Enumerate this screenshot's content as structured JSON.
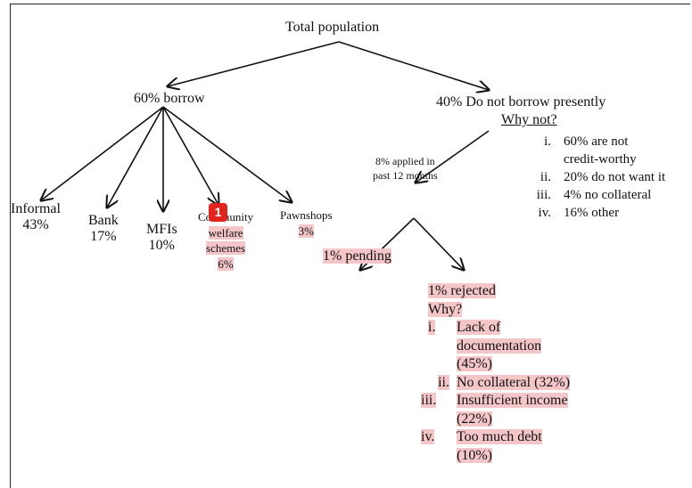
{
  "root": "Total population",
  "borrow": {
    "label": "60% borrow",
    "informal": {
      "name": "Informal",
      "pct": "43%"
    },
    "bank": {
      "name": "Bank",
      "pct": "17%"
    },
    "mfis": {
      "name": "MFIs",
      "pct": "10%"
    },
    "community": {
      "line1": "Community",
      "line2": "welfare",
      "line3": "schemes",
      "pct": "6%"
    },
    "pawnshops": {
      "name": "Pawnshops",
      "pct": "3%"
    }
  },
  "not_borrow": {
    "label": "40% Do not borrow presently",
    "why": "Why not?",
    "reasons": [
      {
        "num": "i.",
        "text": "60% are not",
        "text2": "credit-worthy"
      },
      {
        "num": "ii.",
        "text": "20% do not want it"
      },
      {
        "num": "iii.",
        "text": "4% no collateral"
      },
      {
        "num": "iv.",
        "text": "16% other"
      }
    ],
    "applied_line1": "8% applied in",
    "applied_line2": "past 12 months",
    "pending": "1% pending",
    "rejected": "1% rejected",
    "rejected_why": "Why?",
    "rejected_reasons": [
      {
        "num": "i.",
        "l1": "Lack of",
        "l2": "documentation",
        "l3": "(45%)"
      },
      {
        "num": "ii.",
        "l1": "No collateral (32%)"
      },
      {
        "num": "iii.",
        "l1": "Insufficient income",
        "l2": "(22%)"
      },
      {
        "num": "iv.",
        "l1": "Too much debt",
        "l2": "(10%)"
      }
    ]
  },
  "marker": "1",
  "colors": {
    "highlight": "#f4c6c8",
    "marker": "#e0241e"
  }
}
